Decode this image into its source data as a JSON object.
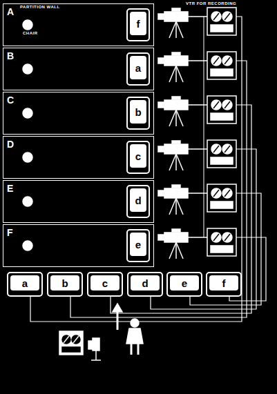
{
  "diagram": {
    "nodes": [
      {
        "text": [
          "A"
        ]
      },
      {
        "text": [
          "f"
        ],
        "in": 0
      },
      {
        "text": [
          "B"
        ]
      },
      {
        "text": [
          "a"
        ],
        "in": 2
      },
      {
        "text": [
          "C"
        ]
      },
      {
        "text": [
          "b"
        ],
        "in": 4
      },
      {
        "text": [
          "D"
        ]
      },
      {
        "text": [
          "c"
        ],
        "in": 6
      },
      {
        "text": [
          "E"
        ]
      },
      {
        "text": [
          "d"
        ],
        "in": 8
      },
      {
        "text": [
          "F"
        ]
      },
      {
        "text": [
          "e"
        ],
        "in": 10
      },
      {
        "text": [
          "a"
        ]
      },
      {
        "text": [
          "b"
        ]
      },
      {
        "text": [
          "c"
        ]
      },
      {
        "text": [
          "d"
        ]
      },
      {
        "text": [
          "e"
        ]
      },
      {
        "text": [
          "f"
        ]
      }
    ],
    "labels": [
      "PARTITION WALL",
      "CHAIR",
      "VTR FOR RECORDING"
    ]
  }
}
